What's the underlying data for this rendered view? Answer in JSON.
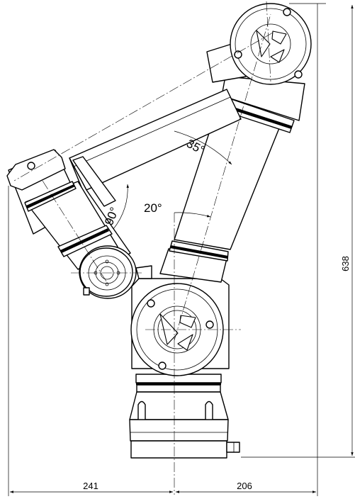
{
  "dimensions": {
    "height_label": "638",
    "left_width_label": "241",
    "right_width_label": "206"
  },
  "angles": {
    "elbow_label": "35°",
    "shoulder_label": "20°",
    "wrist_label": "90°"
  },
  "colors": {
    "line": "#000000",
    "background": "#ffffff"
  }
}
